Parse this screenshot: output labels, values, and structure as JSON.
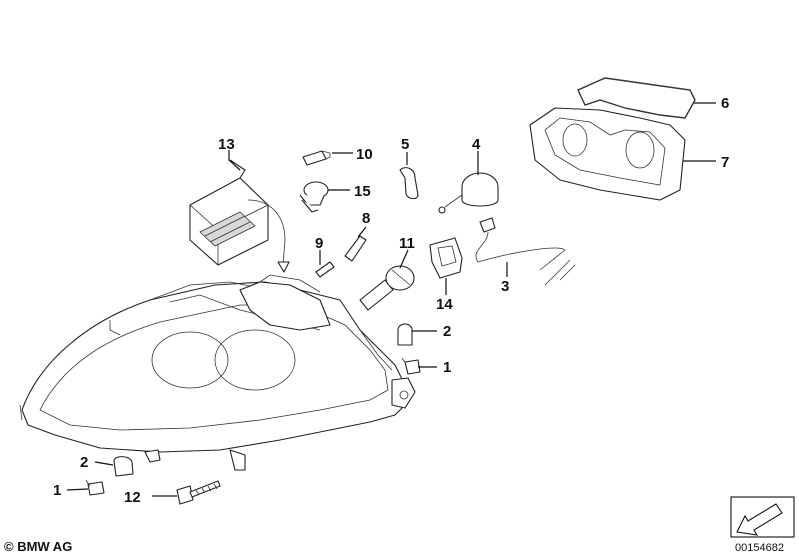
{
  "callouts": [
    {
      "key": "c13",
      "text": "13"
    },
    {
      "key": "c10",
      "text": "10"
    },
    {
      "key": "c15",
      "text": "15"
    },
    {
      "key": "c5",
      "text": "5"
    },
    {
      "key": "c4",
      "text": "4"
    },
    {
      "key": "c8",
      "text": "8"
    },
    {
      "key": "c9",
      "text": "9"
    },
    {
      "key": "c11",
      "text": "11"
    },
    {
      "key": "c14",
      "text": "14"
    },
    {
      "key": "c3",
      "text": "3"
    },
    {
      "key": "c6",
      "text": "6"
    },
    {
      "key": "c7",
      "text": "7"
    },
    {
      "key": "c2a",
      "text": "2"
    },
    {
      "key": "c1a",
      "text": "1"
    },
    {
      "key": "c2b",
      "text": "2"
    },
    {
      "key": "c1b",
      "text": "1"
    },
    {
      "key": "c12",
      "text": "12"
    }
  ],
  "footer": {
    "copyright": "© BMW AG",
    "doc_id": "00154682"
  }
}
